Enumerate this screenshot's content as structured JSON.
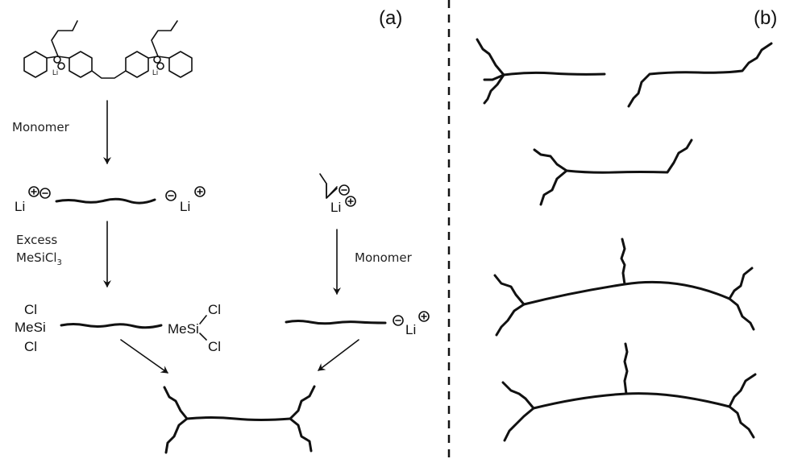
{
  "panels": {
    "a_label": "(a)",
    "b_label": "(b)"
  },
  "initiator": {
    "li_left": "Li",
    "li_right": "Li",
    "charge_minus": "−",
    "charge_plus": "+"
  },
  "steps": {
    "monomer_left": "Monomer",
    "excess": "Excess",
    "reagent": "MeSiCl",
    "reagent_subscript": "3",
    "monomer_right": "Monomer"
  },
  "living_chain": {
    "li_left": "Li",
    "li_right": "Li"
  },
  "secbuli": {
    "li": "Li"
  },
  "capped_chain": {
    "cl_top": "Cl",
    "mesi_left": "MeSi",
    "cl_bottom": "Cl",
    "mesi_right": "MeSi",
    "cl_right_top": "Cl",
    "cl_right_bottom": "Cl"
  },
  "arm": {
    "li": "Li"
  },
  "colors": {
    "ink": "#111111",
    "background": "#ffffff"
  }
}
